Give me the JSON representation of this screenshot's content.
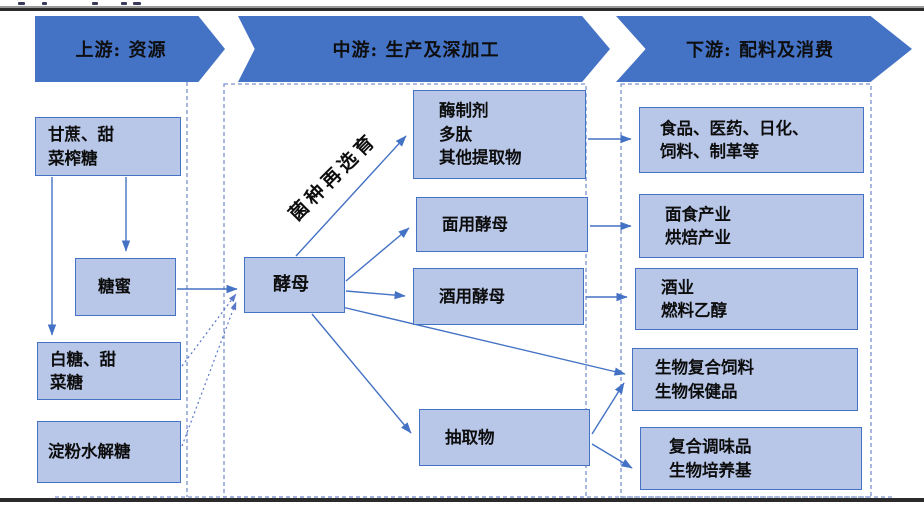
{
  "banners": [
    {
      "label": "上游: 资源"
    },
    {
      "label": "中游: 生产及深加工"
    },
    {
      "label": "下游: 配料及消费"
    }
  ],
  "boxes": {
    "sugarcane": "甘蔗、甜\n菜榨糖",
    "molasses": "糖蜜",
    "white_sugar": "白糖、甜\n菜糖",
    "starch_sugar": "淀粉水解糖",
    "yeast": "酵母",
    "enzyme": "酶制剂\n多肽\n其他提取物",
    "baking_yeast": "面用酵母",
    "wine_yeast": "酒用酵母",
    "extract": "抽取物",
    "food_pharma": "食品、医药、日化、\n饲料、制革等",
    "noodle_baking": "面食产业\n烘焙产业",
    "alcohol": "酒业\n燃料乙醇",
    "bio_feed": "生物复合饲料\n生物保健品",
    "seasoning": "复合调味品\n生物培养基"
  },
  "annotations": {
    "strain_breeding": "菌种再选育"
  },
  "colors": {
    "banner_blue": "#4472c4",
    "box_fill": "#b8c7e8",
    "box_border": "#4472c4",
    "connector_blue": "#4472c4",
    "dashed_border_blue": "#7b92cc",
    "frame_dark": "#2b2b2b"
  }
}
